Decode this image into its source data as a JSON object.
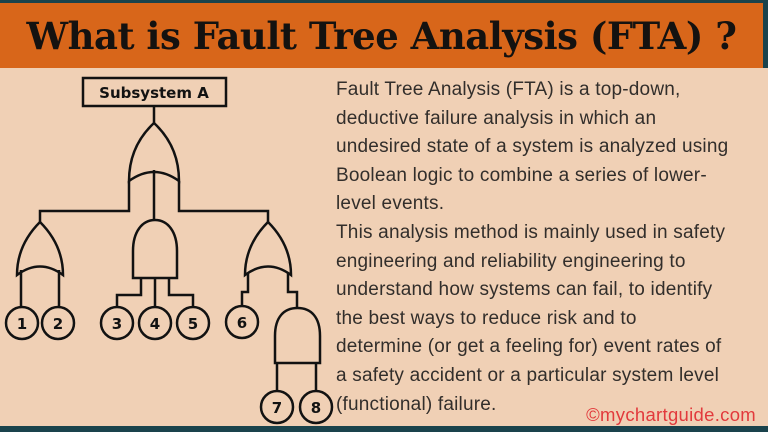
{
  "header": {
    "title": "What is Fault Tree Analysis (FTA) ?"
  },
  "diagram": {
    "subsystem_label": "Subsystem A",
    "basic_events": [
      "1",
      "2",
      "3",
      "4",
      "5",
      "6",
      "7",
      "8"
    ],
    "gates": {
      "top": "OR",
      "left_branch": "OR",
      "middle_branch": "AND",
      "right_branch": "OR",
      "nested_under_right": "AND"
    }
  },
  "body": {
    "paragraph1": "Fault Tree Analysis (FTA) is a top-down,\ndeductive failure analysis in which an\nundesired state of a system is analyzed using\nBoolean logic to combine a series of lower-\nlevel events.",
    "paragraph2": "This analysis method is mainly used in safety\nengineering and reliability engineering to\nunderstand how systems can fail, to identify\nthe best ways to reduce risk and to\ndetermine (or get a feeling for) event rates of\na safety accident or a particular system level\n(functional) failure."
  },
  "footer": {
    "credit": "©mychartguide.com"
  },
  "colors": {
    "header_bg": "#d8661a",
    "page_bg": "#f0d0b5",
    "accent_dark_teal": "#1a434c",
    "credit_red": "#e23a3c",
    "line_black": "#121212"
  }
}
